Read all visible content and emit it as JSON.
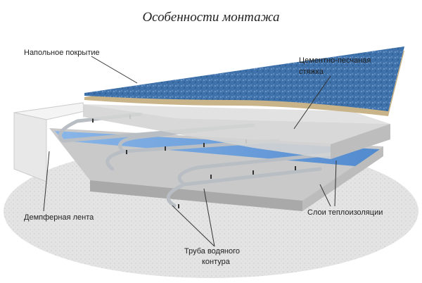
{
  "title": "Особенности монтажа",
  "labels": {
    "floor_cover": "Напольное покрытие",
    "screed_line1": "Цементно-песчаная",
    "screed_line2": "стяжка",
    "damper_tape": "Демпферная лента",
    "insulation": "Слои теплоизоляции",
    "pipe_line1": "Труба водяного",
    "pipe_line2": "контура"
  },
  "colors": {
    "floor_cover": "#3d6fa8",
    "screed": "#c9b48a",
    "slab": "#d9d9d9",
    "film": "#5b9be0",
    "pipe": "#b8bec4"
  }
}
